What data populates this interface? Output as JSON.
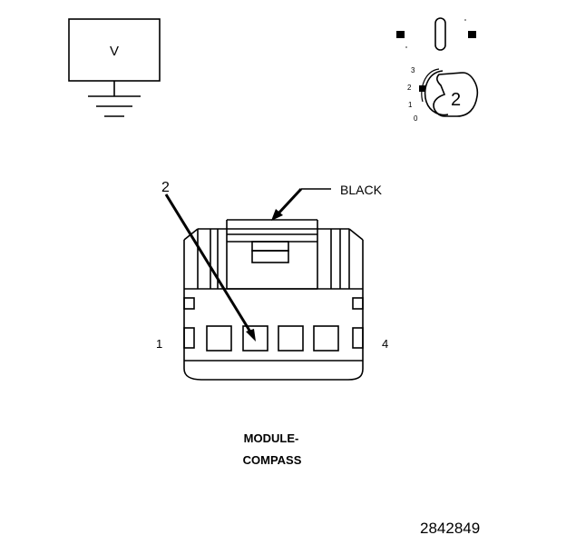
{
  "meter": {
    "symbol": "V"
  },
  "ignition": {
    "positions": [
      "3",
      "2",
      "1",
      "0"
    ],
    "key_label": "2"
  },
  "connector": {
    "callout_pin": "2",
    "color_label": "BLACK",
    "pin_first": "1",
    "pin_last": "4",
    "name_line1": "MODULE-",
    "name_line2": "COMPASS"
  },
  "figure_id": "2842849"
}
